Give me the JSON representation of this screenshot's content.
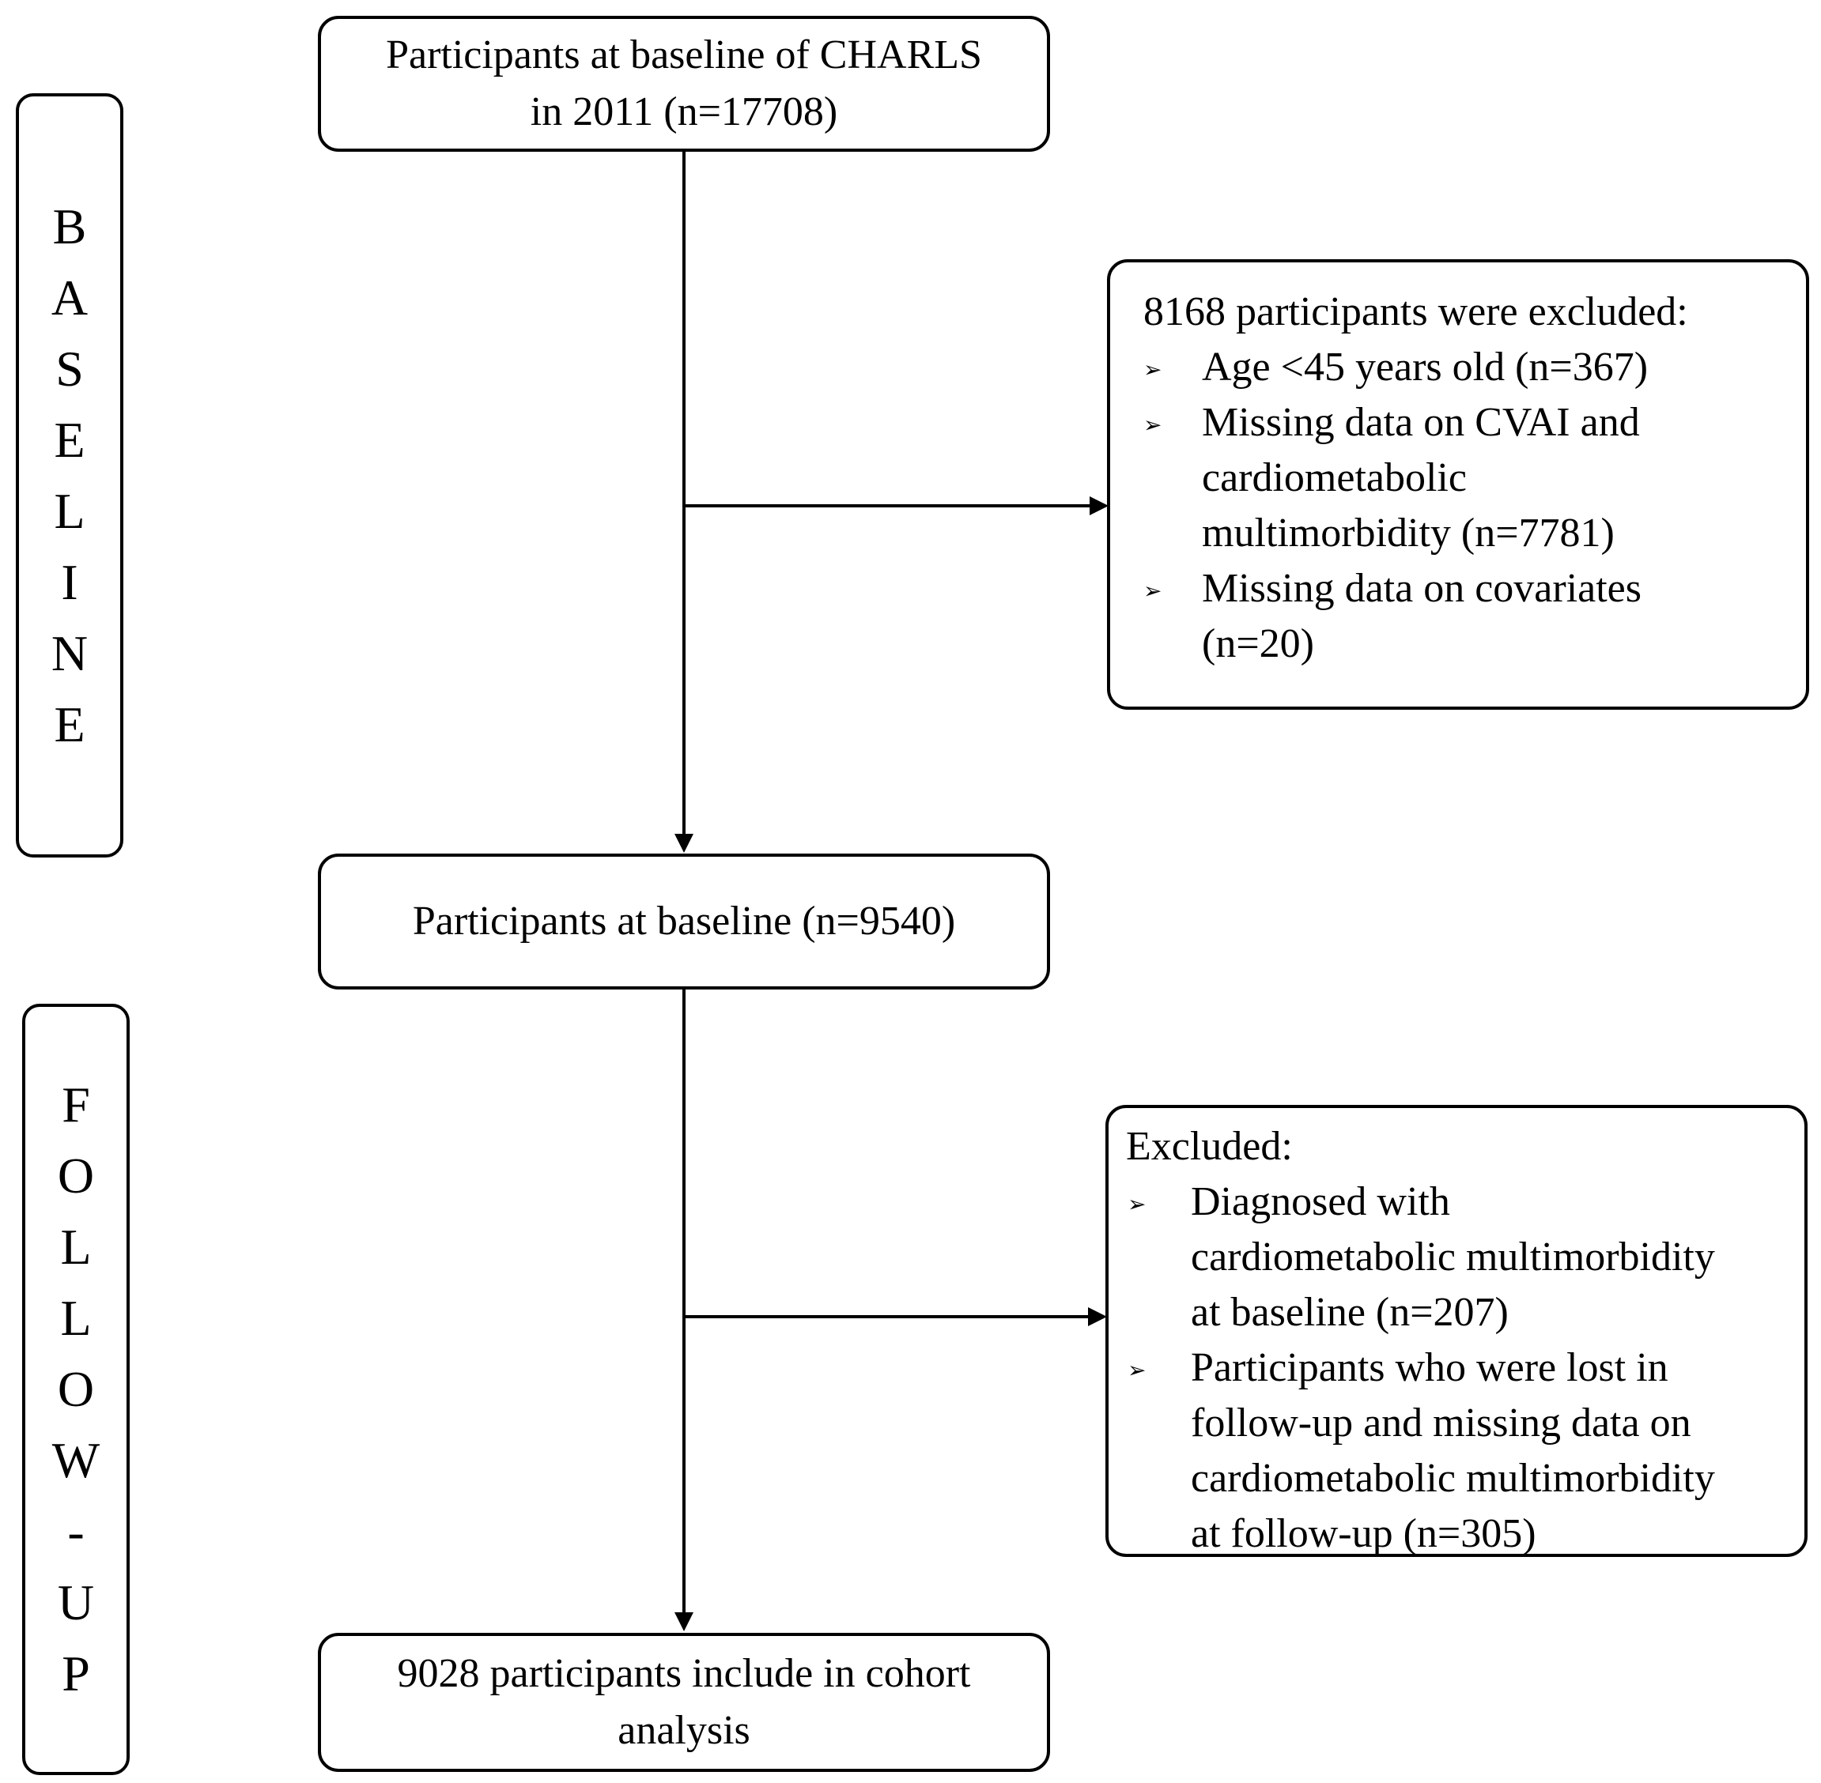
{
  "phases": {
    "baseline": "BASELINE",
    "followup": "FOLLOW-UP"
  },
  "boxes": {
    "start": {
      "line1": "Participants at baseline of CHARLS",
      "line2": "in 2011 (n=17708)"
    },
    "mid": {
      "line1": "Participants at baseline (n=9540)"
    },
    "final": {
      "line1": "9028 participants include in cohort",
      "line2": "analysis"
    }
  },
  "exclusions": {
    "first": {
      "head": "8168 participants were excluded:",
      "items": [
        [
          "Age <45 years old (n=367)"
        ],
        [
          "Missing data on CVAI and",
          "cardiometabolic",
          "multimorbidity (n=7781)"
        ],
        [
          "Missing data on covariates",
          "(n=20)"
        ]
      ]
    },
    "second": {
      "head": "Excluded:",
      "items": [
        [
          "Diagnosed with",
          "cardiometabolic multimorbidity",
          "at baseline (n=207)"
        ],
        [
          "Participants who were lost in",
          "follow-up and missing data on",
          "cardiometabolic multimorbidity",
          "at follow-up (n=305)"
        ]
      ]
    }
  },
  "bullet_symbol": "➢"
}
